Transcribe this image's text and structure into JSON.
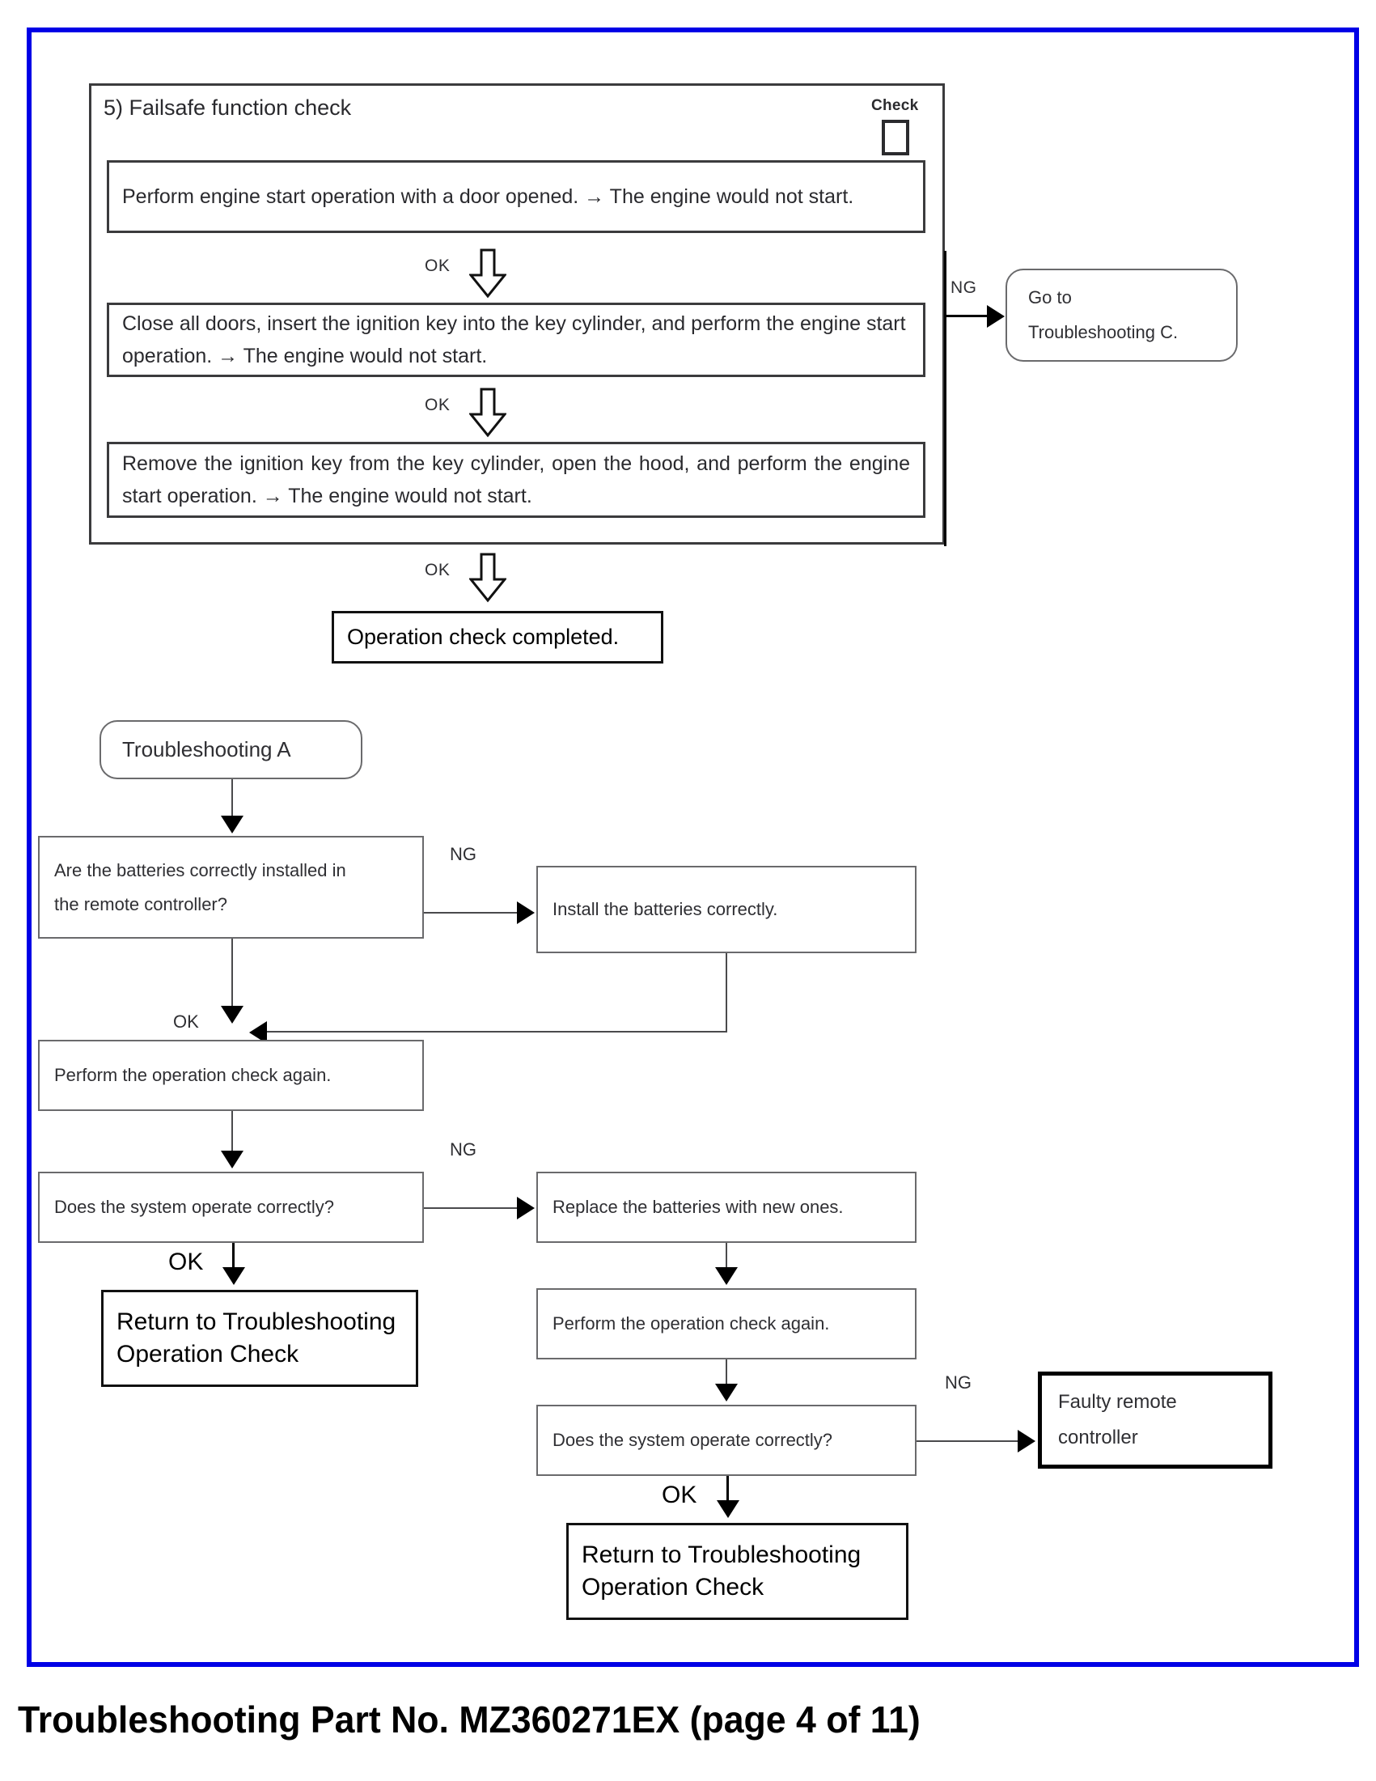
{
  "caption": "Troubleshooting Part No. MZ360271EX (page 4 of 11)",
  "frame": {
    "border_color": "#0000e6"
  },
  "section5": {
    "title": "5) Failsafe function check",
    "check_label": "Check",
    "steps": [
      "Perform engine start operation with a door opened. → The engine would not start.",
      "Close all doors, insert the ignition key into the key cylinder, and perform the engine start operation. → The engine would not start.",
      "Remove the ignition key from the key cylinder, open the hood, and perform the engine start operation. → The engine would not start."
    ],
    "ok_label_1": "OK",
    "ok_label_2": "OK",
    "ok_label_exit": "OK",
    "ng_label": "NG",
    "goto_line1": "Go to",
    "goto_line2": "Troubleshooting C.",
    "completed": "Operation check completed."
  },
  "troubleshooting_a": {
    "start": "Troubleshooting A",
    "q_batteries_line1": "Are the batteries correctly installed in",
    "q_batteries_line2": "the remote controller?",
    "ng_label_1": "NG",
    "install_batteries": "Install the batteries correctly.",
    "ok_label_1": "OK",
    "perform_check_left": "Perform the operation check again.",
    "q_operate_left": "Does the system operate correctly?",
    "ng_label_2": "NG",
    "replace_batteries": "Replace the batteries with new ones.",
    "ok_label_2": "OK",
    "return_left_line1": "Return to Troubleshooting",
    "return_left_line2": "Operation Check",
    "perform_check_right": "Perform the operation check again.",
    "q_operate_right": "Does the system operate correctly?",
    "ng_label_3": "NG",
    "faulty_line1": "Faulty remote",
    "faulty_line2": "controller",
    "ok_label_3": "OK",
    "return_right_line1": "Return to Troubleshooting",
    "return_right_line2": "Operation Check"
  }
}
